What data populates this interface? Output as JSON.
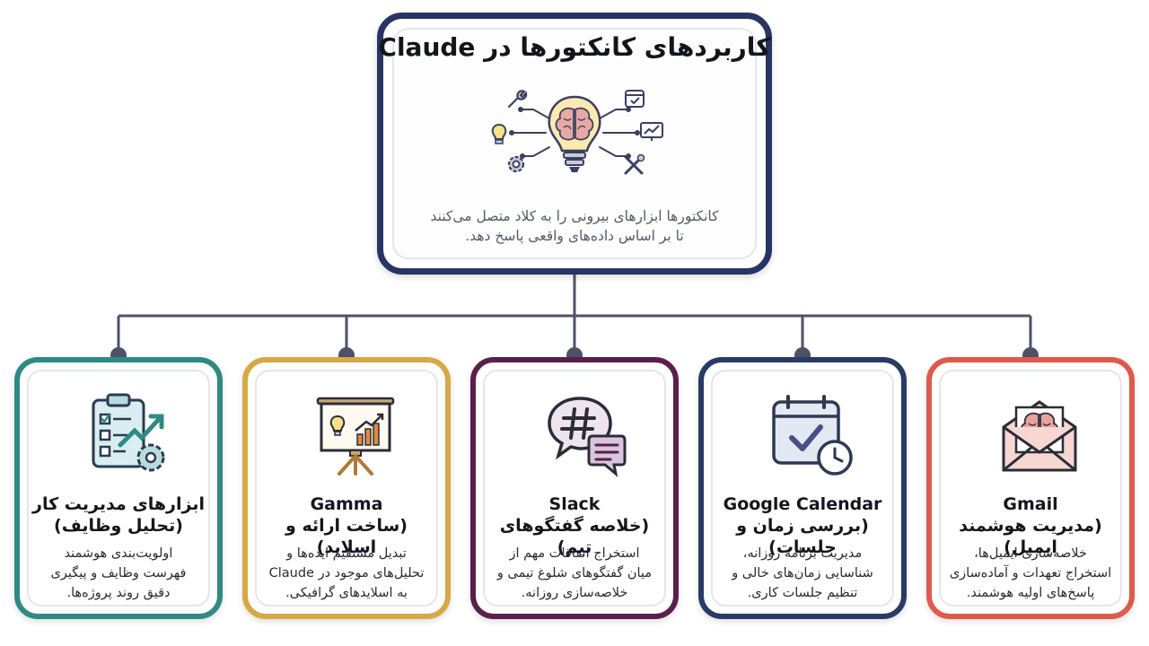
{
  "header": {
    "title": "کاربردهای کانکتورها در Claude",
    "description_lines": [
      "کانکتورها ابزارهای بیرونی را به کلاد متصل می‌کنند",
      "تا بر اساس داده‌های واقعی پاسخ دهد."
    ]
  },
  "colors": {
    "navy": "#283462",
    "teal": "#2f8a84",
    "gold": "#d6a846",
    "plum": "#5a1f4c",
    "blue": "#2a3a66",
    "coral": "#de5a4c",
    "connector": "#4e5266"
  },
  "hub_icons": [
    "brain-bulb-icon",
    "wrench-icon",
    "lightbulb-icon",
    "gear-icon",
    "calendar-check-icon",
    "chart-monitor-icon",
    "tools-icon"
  ],
  "connectors": [
    {
      "title": "Gmail",
      "subtitle": "(مدیریت هوشمند ایمیل)",
      "desc": [
        "خلاصه‌سازی ایمیل‌ها،",
        "استخراج تعهدات و آماده‌سازی",
        "پاسخ‌های اولیه هوشمند."
      ],
      "icon": "envelope-brain-icon",
      "color": "#de5a4c"
    },
    {
      "title": "Google Calendar",
      "subtitle": "(بررسی زمان و جلسات)",
      "desc": [
        "مدیریت برنامه روزانه،",
        "شناسایی زمان‌های خالی و",
        "تنظیم جلسات کاری."
      ],
      "icon": "calendar-clock-icon",
      "color": "#2a3a66"
    },
    {
      "title": "Slack",
      "subtitle": "(خلاصه گفتگوهای تیم)",
      "desc": [
        "استخراج اتفاقات مهم از",
        "میان گفتگوهای شلوغ تیمی و",
        "خلاصه‌سازی روزانه."
      ],
      "icon": "chat-hash-icon",
      "color": "#5a1f4c"
    },
    {
      "title": "Gamma",
      "subtitle": "(ساخت ارائه و اسلاید)",
      "desc": [
        "تبدیل مستقیم ایده‌ها و",
        "تحلیل‌های موجود در Claude",
        "به اسلایدهای گرافیکی."
      ],
      "icon": "presentation-board-icon",
      "color": "#d6a846"
    },
    {
      "title": "ابزارهای مدیریت کار",
      "subtitle": "(تحلیل وظایف)",
      "desc": [
        "اولویت‌بندی هوشمند",
        "فهرست وظایف و پیگیری",
        "دقیق روند پروژه‌ها."
      ],
      "icon": "clipboard-gear-icon",
      "color": "#2f8a84"
    }
  ]
}
